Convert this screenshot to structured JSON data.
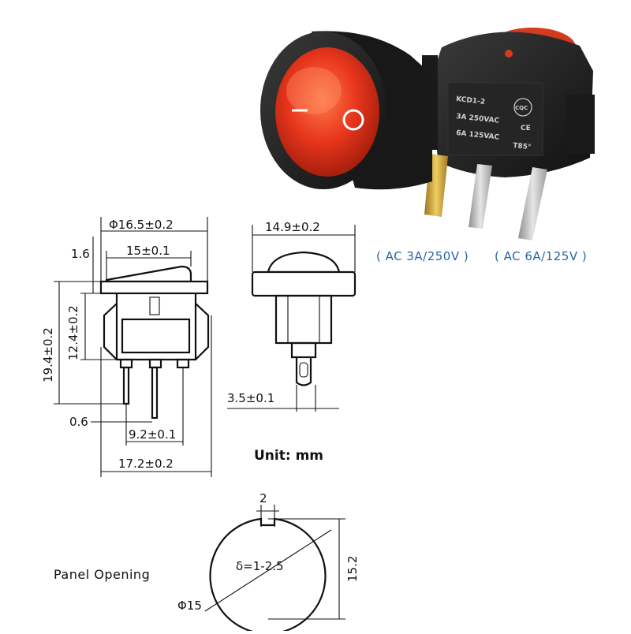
{
  "photo": {
    "front_symbols": {
      "off": "O",
      "on": "I"
    },
    "side_markings": [
      "KCD1-2",
      "3A 250VAC",
      "6A 125VAC"
    ],
    "cert_mark": "CQC",
    "ce_mark": "CE",
    "temp_rating": "T85°"
  },
  "ratings": {
    "first": "( AC 3A/250V )",
    "second": "( AC 6A/125V )"
  },
  "front_view": {
    "outer_diameter": "Φ16.5±0.2",
    "rocker_width": "15±0.1",
    "rocker_height": "1.6",
    "total_height": "19.4±0.2",
    "body_height": "12.4±0.2",
    "pin_thickness": "0.6",
    "pin_spacing": "9.2±0.1",
    "clip_width": "17.2±0.2"
  },
  "side_view": {
    "bezel_width": "14.9±0.2",
    "terminal_width": "3.5±0.1"
  },
  "unit": "Unit: mm",
  "panel": {
    "caption": "Panel Opening",
    "key_width": "2",
    "thickness": "δ=1-2.5",
    "diameter": "Φ15",
    "height": "15.2"
  },
  "colors": {
    "rocker_red": "#e8361c",
    "housing_black": "#1d1d1d",
    "terminal_gold": "#c9a23a",
    "terminal_silver": "#c8c8c8",
    "rating_blue": "#2b63a8"
  }
}
